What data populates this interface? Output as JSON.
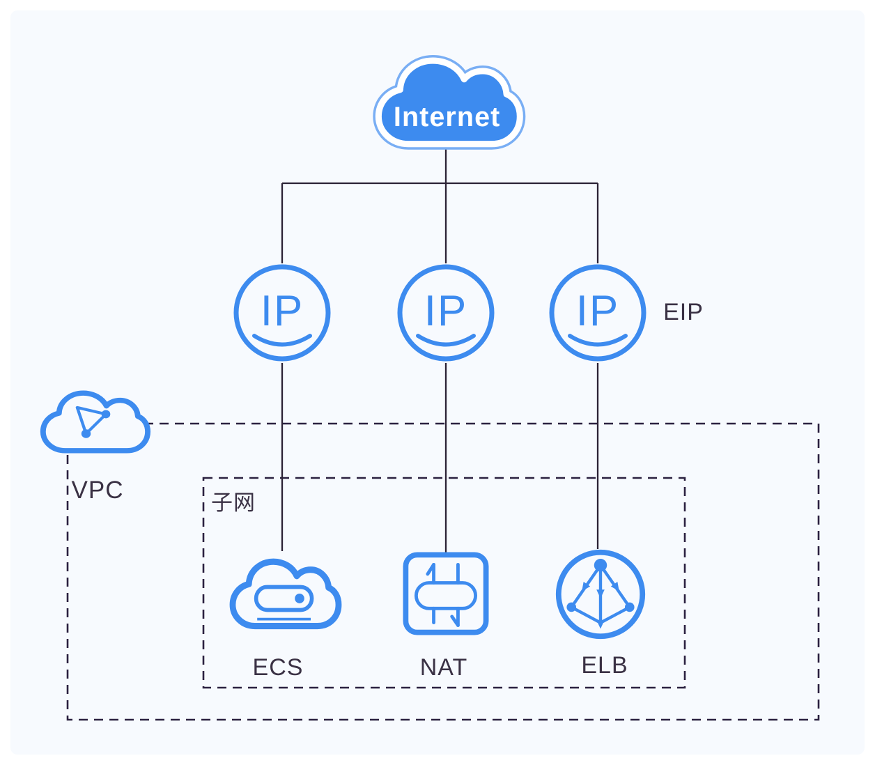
{
  "diagram": {
    "internet": {
      "label": "Internet"
    },
    "eip": {
      "badge": "IP",
      "label": "EIP",
      "badge_count": 3
    },
    "vpc": {
      "label": "VPC"
    },
    "subnet": {
      "label": "子网"
    },
    "services": [
      {
        "id": "ecs",
        "label": "ECS"
      },
      {
        "id": "nat",
        "label": "NAT"
      },
      {
        "id": "elb",
        "label": "ELB"
      }
    ]
  },
  "colors": {
    "accent": "#3d8bef",
    "accent-soft": "#79aef4",
    "line": "#2b2235",
    "dash": "#2b2140",
    "label": "#3a3144",
    "panel": "#f7fafe"
  }
}
